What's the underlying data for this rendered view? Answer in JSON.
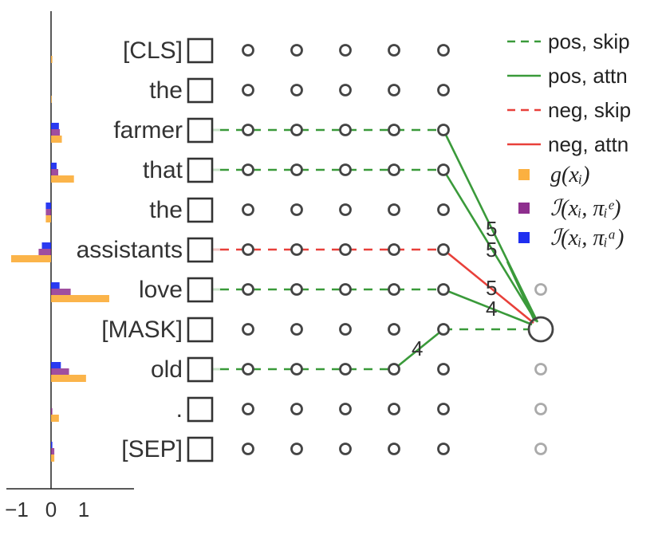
{
  "tokens": [
    "[CLS]",
    "the",
    "farmer",
    "that",
    "the",
    "assistants",
    "love",
    "[MASK]",
    "old",
    ".",
    "[SEP]"
  ],
  "axis": {
    "ticks": [
      "−1",
      "0",
      "1"
    ],
    "tick_values": [
      -1,
      0,
      1
    ]
  },
  "bars": [
    {
      "token": "[CLS]",
      "g": 0.04,
      "I_e": 0.0,
      "I_a": 0.0
    },
    {
      "token": "the",
      "g": 0.02,
      "I_e": 0.0,
      "I_a": 0.0
    },
    {
      "token": "farmer",
      "g": 0.33,
      "I_e": 0.27,
      "I_a": 0.24
    },
    {
      "token": "that",
      "g": 0.7,
      "I_e": 0.22,
      "I_a": 0.17
    },
    {
      "token": "the",
      "g": -0.16,
      "I_e": -0.16,
      "I_a": -0.16
    },
    {
      "token": "assistants",
      "g": -1.22,
      "I_e": -0.38,
      "I_a": -0.28
    },
    {
      "token": "love",
      "g": 1.78,
      "I_e": 0.6,
      "I_a": 0.26
    },
    {
      "token": "[MASK]",
      "g": 0.0,
      "I_e": 0.0,
      "I_a": 0.0
    },
    {
      "token": "old",
      "g": 1.07,
      "I_e": 0.55,
      "I_a": 0.3
    },
    {
      "token": ".",
      "g": 0.24,
      "I_e": 0.04,
      "I_a": 0.0
    },
    {
      "token": "[SEP]",
      "g": 0.1,
      "I_e": 0.1,
      "I_a": 0.04
    }
  ],
  "legend": {
    "pos_skip": "pos, skip",
    "pos_attn": "pos, attn",
    "neg_skip": "neg, skip",
    "neg_attn": "neg, attn",
    "g_label": "g(xᵢ)",
    "Ie_label": "ℐ(xᵢ, πᵢᵉ)",
    "Ia_label": "ℐ(xᵢ, πᵢᵃ)"
  },
  "edge_labels": [
    "5",
    "5",
    "5",
    "4",
    "4"
  ],
  "colors": {
    "pos": "#3a9a3a",
    "neg": "#e8403a",
    "g": "#fbb040",
    "Ie": "#8e2f8e",
    "Ia": "#1f2ff0",
    "node": "#444444",
    "node_faded": "#aaaaaa"
  }
}
